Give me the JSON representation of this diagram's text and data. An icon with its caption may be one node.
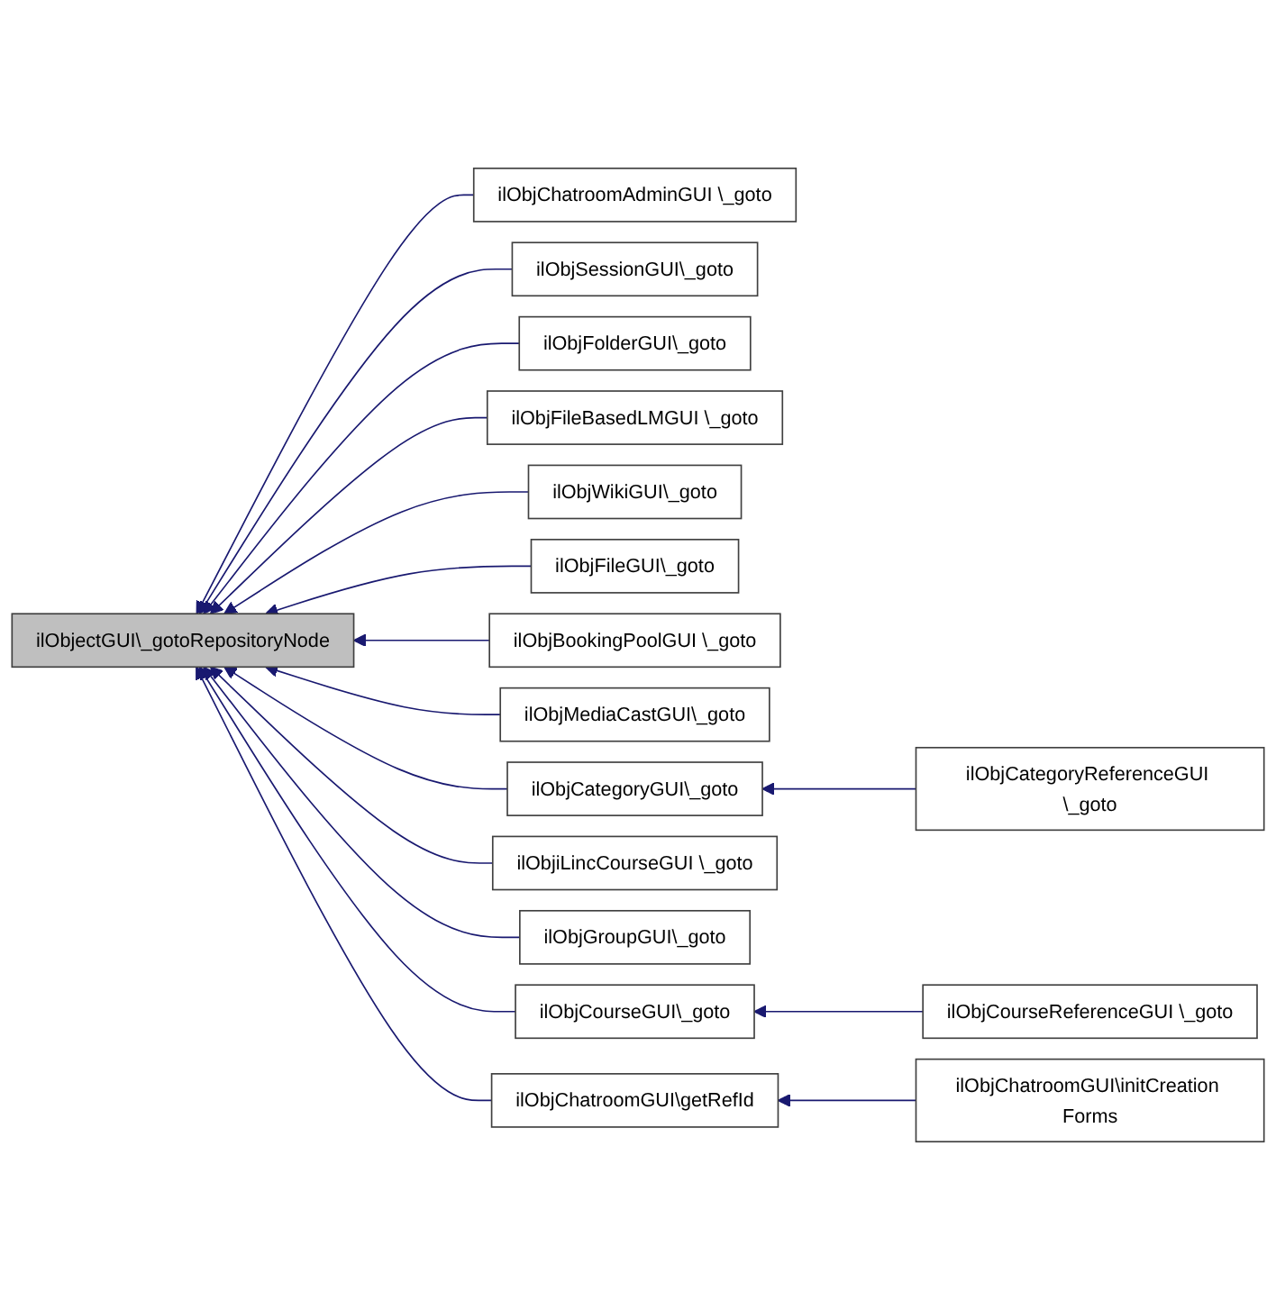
{
  "diagram": {
    "nodes": [
      {
        "text": [
          "ilObjectGUI\\_gotoRepositoryNode"
        ]
      },
      {
        "text": [
          "ilObjChatroomAdminGUI \\_goto"
        ]
      },
      {
        "text": [
          "ilObjSessionGUI\\_goto"
        ]
      },
      {
        "text": [
          "ilObjFolderGUI\\_goto"
        ]
      },
      {
        "text": [
          "ilObjFileBasedLMGUI \\_goto"
        ]
      },
      {
        "text": [
          "ilObjWikiGUI\\_goto"
        ]
      },
      {
        "text": [
          "ilObjFileGUI\\_goto"
        ]
      },
      {
        "text": [
          "ilObjBookingPoolGUI \\_goto"
        ]
      },
      {
        "text": [
          "ilObjMediaCastGUI\\_goto"
        ]
      },
      {
        "text": [
          "ilObjCategoryGUI\\_goto"
        ]
      },
      {
        "text": [
          "ilObjCategoryReferenceGUI \\_goto"
        ]
      },
      {
        "text": [
          "ilObjiLincCourseGUI \\_goto"
        ]
      },
      {
        "text": [
          "ilObjGroupGUI\\_goto"
        ]
      },
      {
        "text": [
          "ilObjCourseGUI\\_goto"
        ]
      },
      {
        "text": [
          "ilObjCourseReferenceGUI \\_goto"
        ]
      },
      {
        "text": [
          "ilObjChatroomGUI\\getRefId"
        ]
      },
      {
        "text": [
          "ilObjChatroomGUI\\initCreation Forms"
        ]
      }
    ],
    "edges": [
      {
        "from": 1,
        "to": 0,
        "arrow": "to"
      },
      {
        "from": 2,
        "to": 0,
        "arrow": "to"
      },
      {
        "from": 3,
        "to": 0,
        "arrow": "to"
      },
      {
        "from": 4,
        "to": 0,
        "arrow": "to"
      },
      {
        "from": 5,
        "to": 0,
        "arrow": "to"
      },
      {
        "from": 6,
        "to": 0,
        "arrow": "to"
      },
      {
        "from": 7,
        "to": 0,
        "arrow": "to"
      },
      {
        "from": 8,
        "to": 0,
        "arrow": "to"
      },
      {
        "from": 9,
        "to": 0,
        "arrow": "to"
      },
      {
        "from": 10,
        "to": 9,
        "arrow": "to"
      },
      {
        "from": 11,
        "to": 0,
        "arrow": "to"
      },
      {
        "from": 12,
        "to": 0,
        "arrow": "to"
      },
      {
        "from": 13,
        "to": 0,
        "arrow": "to"
      },
      {
        "from": 14,
        "to": 13,
        "arrow": "to"
      },
      {
        "from": 15,
        "to": 0,
        "arrow": "to"
      },
      {
        "from": 16,
        "to": 15,
        "arrow": "to"
      }
    ]
  }
}
